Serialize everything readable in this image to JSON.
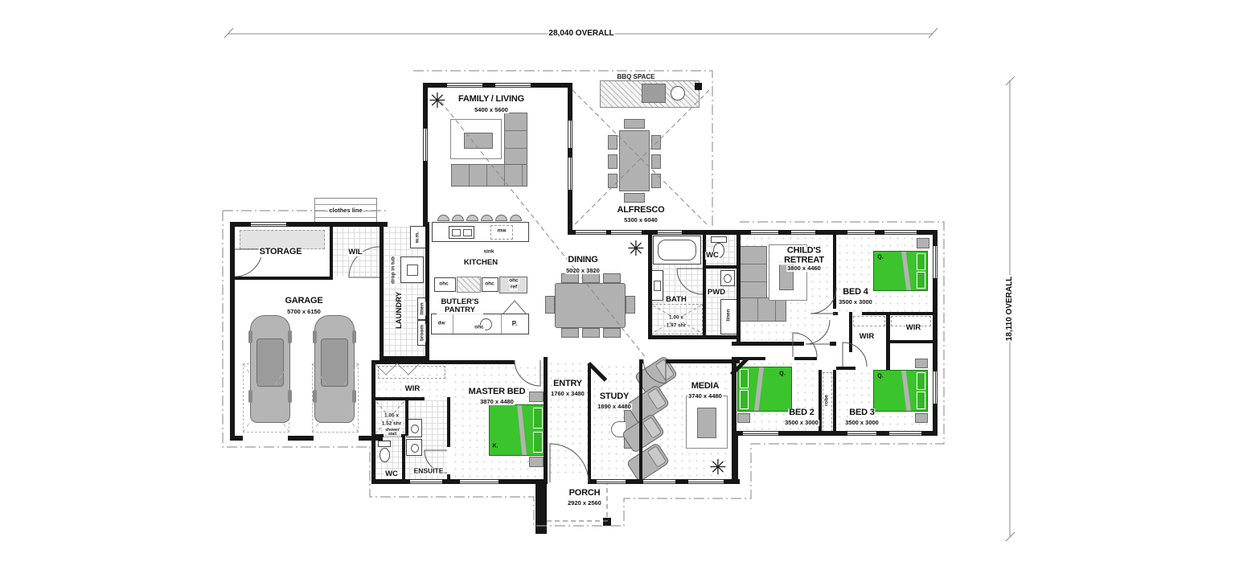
{
  "plan": {
    "overall_width_label": "28,040 OVERALL",
    "overall_height_label": "18,110 OVERALL",
    "rooms": {
      "family_living": {
        "name": "FAMILY / LIVING",
        "dims": "5400 x 5600"
      },
      "alfresco": {
        "name": "ALFRESCO",
        "dims": "5300 x 6040"
      },
      "bbq_space": {
        "name": "BBQ SPACE"
      },
      "kitchen": {
        "name": "KITCHEN"
      },
      "dining": {
        "name": "DINING",
        "dims": "5020 x 3820"
      },
      "butlers_pantry": {
        "name": "BUTLER'S PANTRY"
      },
      "laundry": {
        "name": "LAUNDRY"
      },
      "storage": {
        "name": "STORAGE"
      },
      "wil": {
        "name": "WIL"
      },
      "garage": {
        "name": "GARAGE",
        "dims": "5700 x 6150"
      },
      "bath": {
        "name": "BATH"
      },
      "wc": {
        "name": "WC"
      },
      "pwd": {
        "name": "PWD"
      },
      "childs_retreat": {
        "name": "CHILD'S RETREAT",
        "dims": "3800 x 4460"
      },
      "bed4": {
        "name": "BED 4",
        "dims": "3500 x 3000"
      },
      "bed3": {
        "name": "BED 3",
        "dims": "3500 x 3000"
      },
      "bed2": {
        "name": "BED 2",
        "dims": "3500 x 3000"
      },
      "media": {
        "name": "MEDIA",
        "dims": "3740 x 4480"
      },
      "study": {
        "name": "STUDY",
        "dims": "1890 x 4480"
      },
      "entry": {
        "name": "ENTRY",
        "dims": "1760 x 3480"
      },
      "master_bed": {
        "name": "MASTER BED",
        "dims": "3870 x 4480"
      },
      "wir_master": {
        "name": "WIR"
      },
      "wir_hall": {
        "name": "WIR"
      },
      "wir_bed4": {
        "name": "WIR"
      },
      "ensuite": {
        "name": "ENSUITE"
      },
      "ensuite_wc": {
        "name": "WC"
      },
      "porch": {
        "name": "PORCH",
        "dims": "2920 x 2560"
      }
    },
    "fixtures": {
      "sink": "sink",
      "microwave": "mw",
      "washing_machine": "w.m.",
      "drop_in_tub": "drop in tub",
      "linen_butlers": "linen",
      "broom": "broom",
      "dishwasher": "dw",
      "ohc": "ohc",
      "ref": "ref",
      "pantry": "P.",
      "clothes_line": "clothes line",
      "linen_pwd": "linen",
      "robe": "robe",
      "shower_bath": [
        "1.00 x",
        "1.97 shr"
      ],
      "shower_ensuite": [
        "1.05 x",
        "1.52 shr"
      ],
      "shower_note": "shower stall",
      "queen": "Q.",
      "king": "K."
    },
    "colors": {
      "bed_green": "#3bc42d",
      "furniture_gray": "#b1b1b1",
      "wall": "#161616"
    }
  }
}
